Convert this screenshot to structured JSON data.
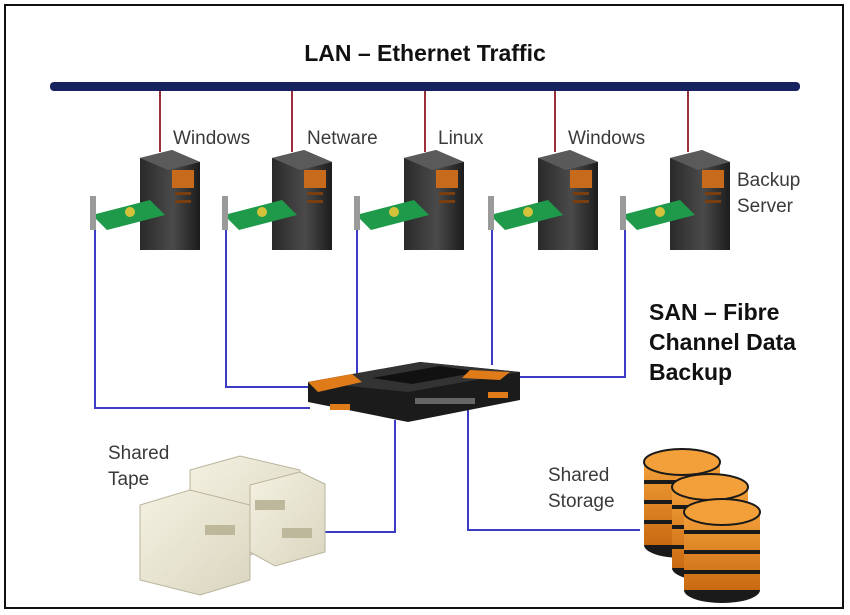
{
  "diagram": {
    "title": "LAN – Ethernet Traffic",
    "servers": [
      {
        "label": "Windows"
      },
      {
        "label": "Netware"
      },
      {
        "label": "Linux"
      },
      {
        "label": "Windows"
      },
      {
        "label_line1": "Backup",
        "label_line2": "Server"
      }
    ],
    "san_label": {
      "line1": "SAN – Fibre",
      "line2": "Channel Data",
      "line3": "Backup"
    },
    "shared_tape": {
      "line1": "Shared",
      "line2": "Tape"
    },
    "shared_storage": {
      "line1": "Shared",
      "line2": "Storage"
    },
    "colors": {
      "lan_bus": "#16235f",
      "lan_drop": "#9b2f3b",
      "san_link": "#3b3bc4",
      "switch_accent": "#e07b1a"
    }
  }
}
